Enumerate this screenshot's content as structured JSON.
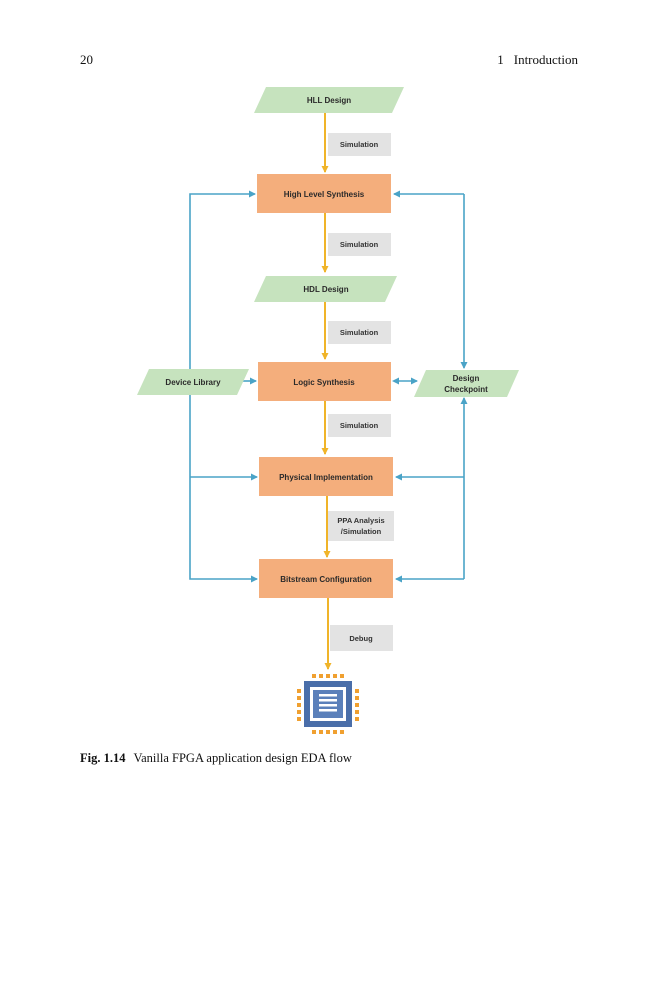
{
  "header": {
    "page_number": "20",
    "chapter_number": "1",
    "chapter_title": "Introduction"
  },
  "diagram": {
    "nodes": {
      "hll": "HLL Design",
      "hls": "High Level Synthesis",
      "hdl": "HDL Design",
      "logic": "Logic Synthesis",
      "physical": "Physical Implementation",
      "bitstream": "Bitstream Configuration",
      "device_library": "Device Library",
      "checkpoint_line1": "Design",
      "checkpoint_line2": "Checkpoint"
    },
    "steps": {
      "sim1": "Simulation",
      "sim2": "Simulation",
      "sim3": "Simulation",
      "sim4": "Simulation",
      "ppa_line1": "PPA Analysis",
      "ppa_line2": "/Simulation",
      "debug": "Debug"
    },
    "colors": {
      "process": "#f4ae7c",
      "data": "#c6e3be",
      "step": "#e3e3e3",
      "flow_arrow": "#f0b429",
      "feedback_arrow": "#4aa3c7",
      "chip": "#4a6ea9",
      "chip_pins": "#f0a030"
    },
    "icon": "fpga-chip-icon"
  },
  "caption": {
    "label": "Fig. 1.14",
    "text": "Vanilla FPGA application design EDA flow"
  }
}
